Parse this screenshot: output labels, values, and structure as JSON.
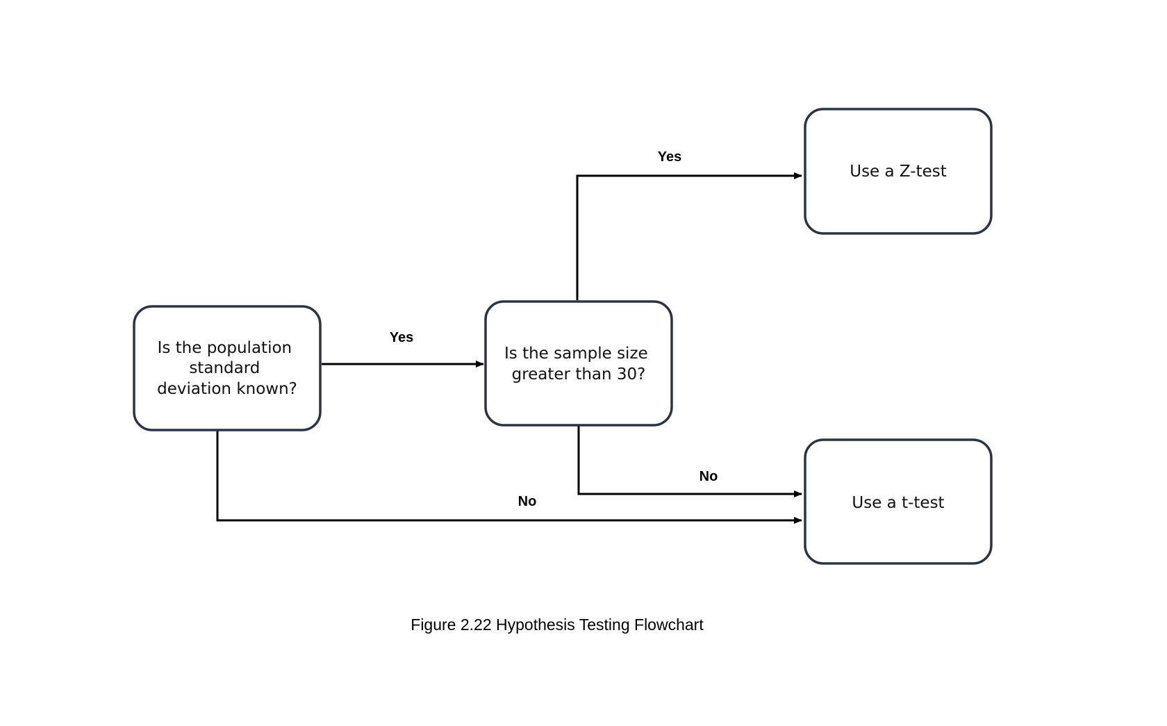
{
  "nodes": {
    "q_population_sd": {
      "lines": [
        "Is the population",
        "standard",
        "deviation known?"
      ]
    },
    "q_sample_size": {
      "lines": [
        "Is the sample size",
        "greater than 30?"
      ]
    },
    "z_test": {
      "lines": [
        "Use a Z-test"
      ]
    },
    "t_test": {
      "lines": [
        "Use a t-test"
      ]
    }
  },
  "edges": {
    "sd_yes": {
      "from": "q_population_sd",
      "to": "q_sample_size",
      "label": "Yes"
    },
    "size_yes": {
      "from": "q_sample_size",
      "to": "z_test",
      "label": "Yes"
    },
    "size_no": {
      "from": "q_sample_size",
      "to": "t_test",
      "label": "No"
    },
    "sd_no": {
      "from": "q_population_sd",
      "to": "t_test",
      "label": "No"
    }
  },
  "caption": "Figure 2.22 Hypothesis Testing Flowchart"
}
